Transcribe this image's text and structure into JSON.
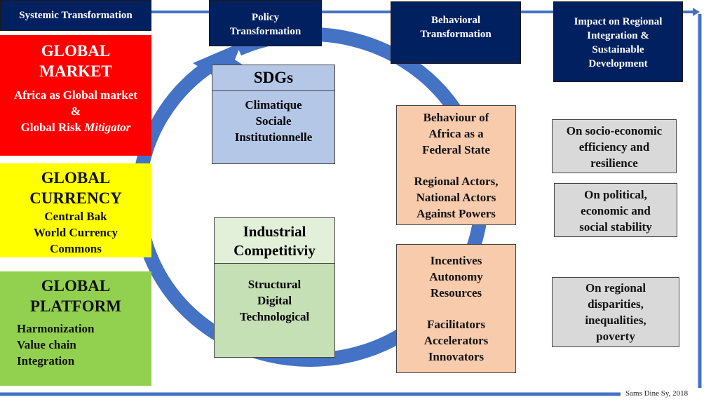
{
  "headers": {
    "systemic": "Systemic Transformation",
    "policy": [
      "Policy",
      "Transformation"
    ],
    "behavioral": [
      "Behavioral",
      "Transformation"
    ],
    "impact": [
      "Impact  on Regional",
      "Integration  &",
      "Sustainable",
      "Development"
    ]
  },
  "pillars": {
    "market": {
      "title": [
        "GLOBAL",
        "MARKET"
      ],
      "lines": [
        "Africa as Global market",
        "&"
      ],
      "last_plain": "Global Risk ",
      "last_italic": "Mitigator"
    },
    "currency": {
      "title": [
        "GLOBAL",
        "CURRENCY"
      ],
      "lines": [
        "Central Bak",
        "World Currency",
        "Commons"
      ]
    },
    "platform": {
      "title": [
        "GLOBAL",
        "PLATFORM"
      ],
      "lines": [
        "Harmonization",
        "Value chain",
        "Integration"
      ]
    }
  },
  "sdgs": {
    "title": "SDGs",
    "lines": [
      "Climatique",
      "Sociale",
      "Institutionnelle"
    ]
  },
  "industrial": {
    "title": [
      "Industrial",
      "Competitiviy"
    ],
    "lines": [
      "Structural",
      "Digital",
      "Technological"
    ]
  },
  "behaviour": {
    "top": [
      "Behaviour of",
      "Africa as a",
      "Federal State",
      "",
      "Regional Actors,",
      "National Actors",
      "Against Powers"
    ],
    "bottom": [
      "Incentives",
      "Autonomy",
      "Resources",
      "",
      "Facilitators",
      "Accelerators",
      "Innovators"
    ]
  },
  "impacts": [
    [
      "On socio-economic",
      "efficiency and",
      "resilience"
    ],
    [
      "On political,",
      "economic and",
      "social stability"
    ],
    [
      "On regional",
      "disparities,",
      "inequalities,",
      "poverty"
    ]
  ],
  "credit": "Sams Dine Sy, 2018",
  "colors": {
    "navy": "#002060",
    "red": "#ff0000",
    "yellow": "#ffff00",
    "green": "#92d050",
    "ring": "#4472c4"
  }
}
